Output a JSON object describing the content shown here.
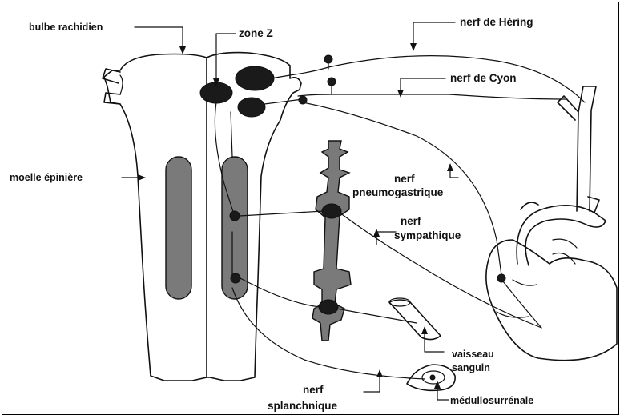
{
  "labels": {
    "bulbe": "bulbe rachidien",
    "zone_z": "zone Z",
    "hering": "nerf de Héring",
    "cyon": "nerf de Cyon",
    "moelle": "moelle épinière",
    "pneumo_1": "nerf",
    "pneumo_2": "pneumogastrique",
    "sympa_1": "nerf",
    "sympa_2": "sympathique",
    "vaisseau_1": "vaisseau",
    "vaisseau_2": "sanguin",
    "splanch_1": "nerf",
    "splanch_2": "splanchnique",
    "medullo": "médullosurrénale"
  }
}
